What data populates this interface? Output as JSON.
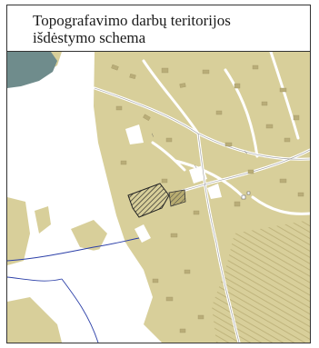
{
  "title": {
    "line1": "Topografavimo darbų teritorijos",
    "line2": "išdėstymo schema"
  },
  "map": {
    "colors": {
      "land": "#d8cf9a",
      "land_dark": "#c9bd80",
      "water": "#6f8c8c",
      "open_area": "#ffffff",
      "road": "#ffffff",
      "stream": "#2b3fa8",
      "building": "#b9ad78",
      "site_hatch": "#222222"
    },
    "features": [
      "lake",
      "forest-area",
      "roads",
      "streams",
      "buildings",
      "survey-site"
    ]
  }
}
